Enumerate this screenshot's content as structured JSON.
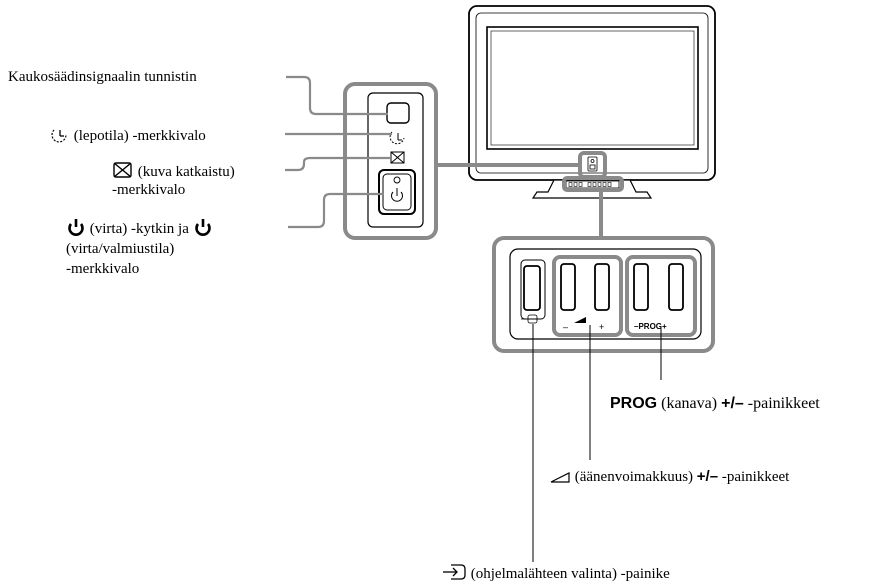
{
  "labels": {
    "sensor": "Kaukosäädinsignaalin tunnistin",
    "sleep": "(lepotila) -merkkivalo",
    "picture_off_1": "(kuva katkaistu)",
    "picture_off_2": "-merkkivalo",
    "power_1a": "(virta) -kytkin ja",
    "power_2": "(virta/valmiustila)",
    "power_3": "-merkkivalo",
    "prog_bold": "PROG",
    "prog_mid": "(kanava)",
    "prog_pm": "+/–",
    "prog_end": "-painikkeet",
    "volume_mid": "(äänenvoimakkuus)",
    "volume_pm": "+/–",
    "volume_end": "-painikkeet",
    "input": "(ohjelmalähteen valinta) -painike"
  },
  "panel_ticks": {
    "minus": "–",
    "plus": "+",
    "prog": "–PROG+"
  },
  "icons": [
    "sleep-timer-icon",
    "picture-off-icon",
    "power-icon",
    "input-select-icon",
    "volume-icon",
    "remote-sensor-icon"
  ],
  "colors": {
    "callout_gray": "#8a8a8a",
    "line_black": "#000000"
  }
}
